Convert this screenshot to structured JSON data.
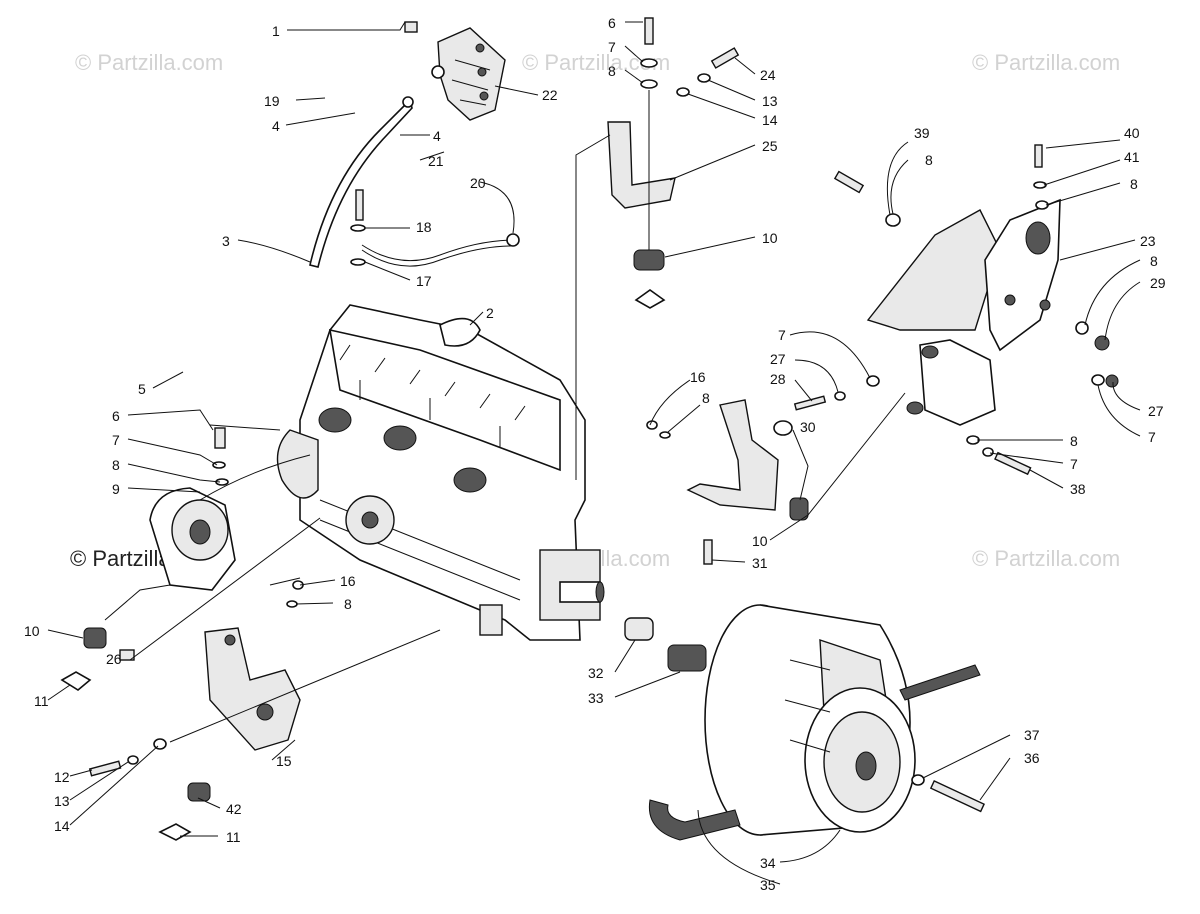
{
  "watermarks": [
    "© Partzilla.com",
    "© Partzilla.com",
    "© Partzilla.com",
    "© Partzilla.com",
    "© Partzilla.com",
    "© Partzilla.com"
  ],
  "callouts": [
    "1",
    "2",
    "3",
    "4",
    "4",
    "5",
    "6",
    "6",
    "7",
    "7",
    "7",
    "7",
    "7",
    "8",
    "8",
    "8",
    "8",
    "8",
    "8",
    "8",
    "8",
    "9",
    "10",
    "10",
    "10",
    "11",
    "11",
    "12",
    "13",
    "13",
    "14",
    "14",
    "15",
    "16",
    "16",
    "17",
    "18",
    "19",
    "20",
    "21",
    "22",
    "23",
    "24",
    "25",
    "26",
    "27",
    "27",
    "28",
    "29",
    "30",
    "31",
    "32",
    "33",
    "34",
    "35",
    "36",
    "37",
    "38",
    "39",
    "40",
    "41",
    "42"
  ]
}
